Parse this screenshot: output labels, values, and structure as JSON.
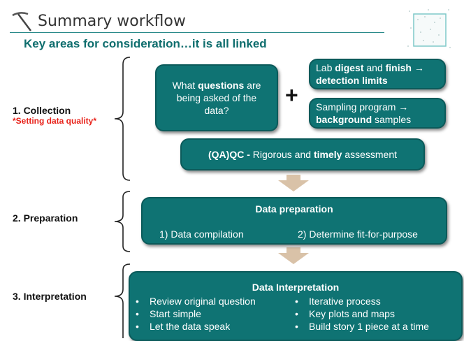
{
  "header": {
    "title": "Summary workflow",
    "subtitle": "Key areas for consideration…it is all linked"
  },
  "collection": {
    "label": "1. Collection",
    "sublabel": "*Setting data quality*",
    "questions_pre": "What ",
    "questions_bold": "questions",
    "questions_post": " are being asked of the data?",
    "plus": "+",
    "lab_pre": "Lab ",
    "lab_b1": "digest",
    "lab_mid": " and ",
    "lab_b2": "finish",
    "lab_arrow": " → ",
    "lab_b3": "detection limits",
    "samp_pre": "Sampling program  → ",
    "samp_bold": "background",
    "samp_post": " samples",
    "qaqc_bold": "(QA)QC - ",
    "qaqc_mid": "Rigorous and ",
    "qaqc_bold2": "timely",
    "qaqc_post": " assessment"
  },
  "preparation": {
    "label": "2. Preparation",
    "box_title": "Data preparation",
    "item1": "1) Data compilation",
    "item2": "2) Determine fit-for-purpose"
  },
  "interpretation": {
    "label": "3. Interpretation",
    "box_title": "Data Interpretation",
    "left": [
      "Review original question",
      "Start simple",
      "Let the data speak"
    ],
    "right": [
      "Iterative process",
      "Key plots and maps",
      "Build story 1 piece at a time"
    ]
  },
  "colors": {
    "box": "#0f7373",
    "accent": "#0f6e6e",
    "arrow": "#d9c2a8",
    "red": "#e8231b"
  }
}
